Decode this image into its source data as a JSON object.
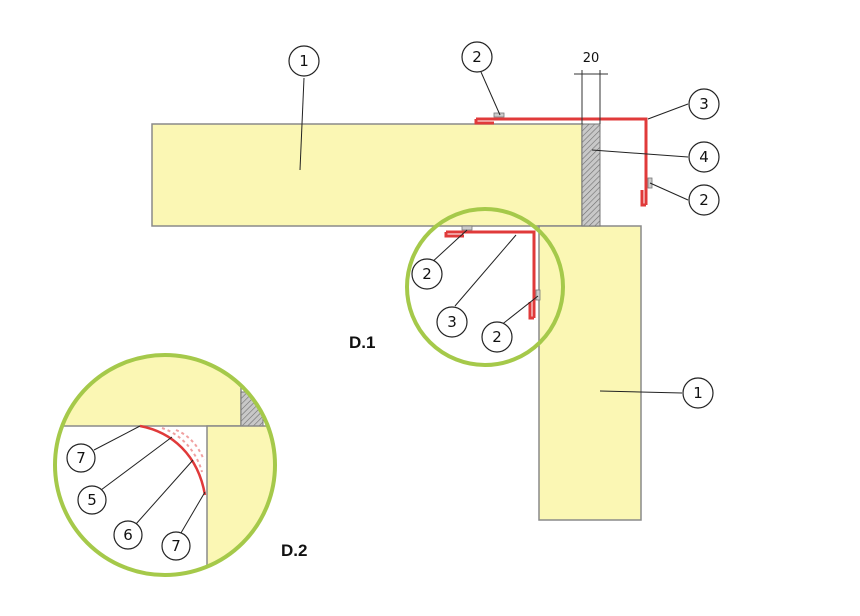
{
  "colors": {
    "panel": "#fbf7b4",
    "panel_edge": "#8a8a8a",
    "profile": "#e03a3a",
    "detail_ring": "#a5c94a",
    "seal": "#9a9a9a"
  },
  "dimension": {
    "value": "20"
  },
  "callouts": {
    "c1_top": "1",
    "c2_top": "2",
    "c3_right": "3",
    "c4_right": "4",
    "c2_right": "2",
    "c2_inner_a": "2",
    "c3_inner": "3",
    "c2_inner_b": "2",
    "c1_right": "1",
    "c7_upper": "7",
    "c5": "5",
    "c6": "6",
    "c7_lower": "7"
  },
  "details": {
    "d1": "D.1",
    "d2": "D.2"
  }
}
